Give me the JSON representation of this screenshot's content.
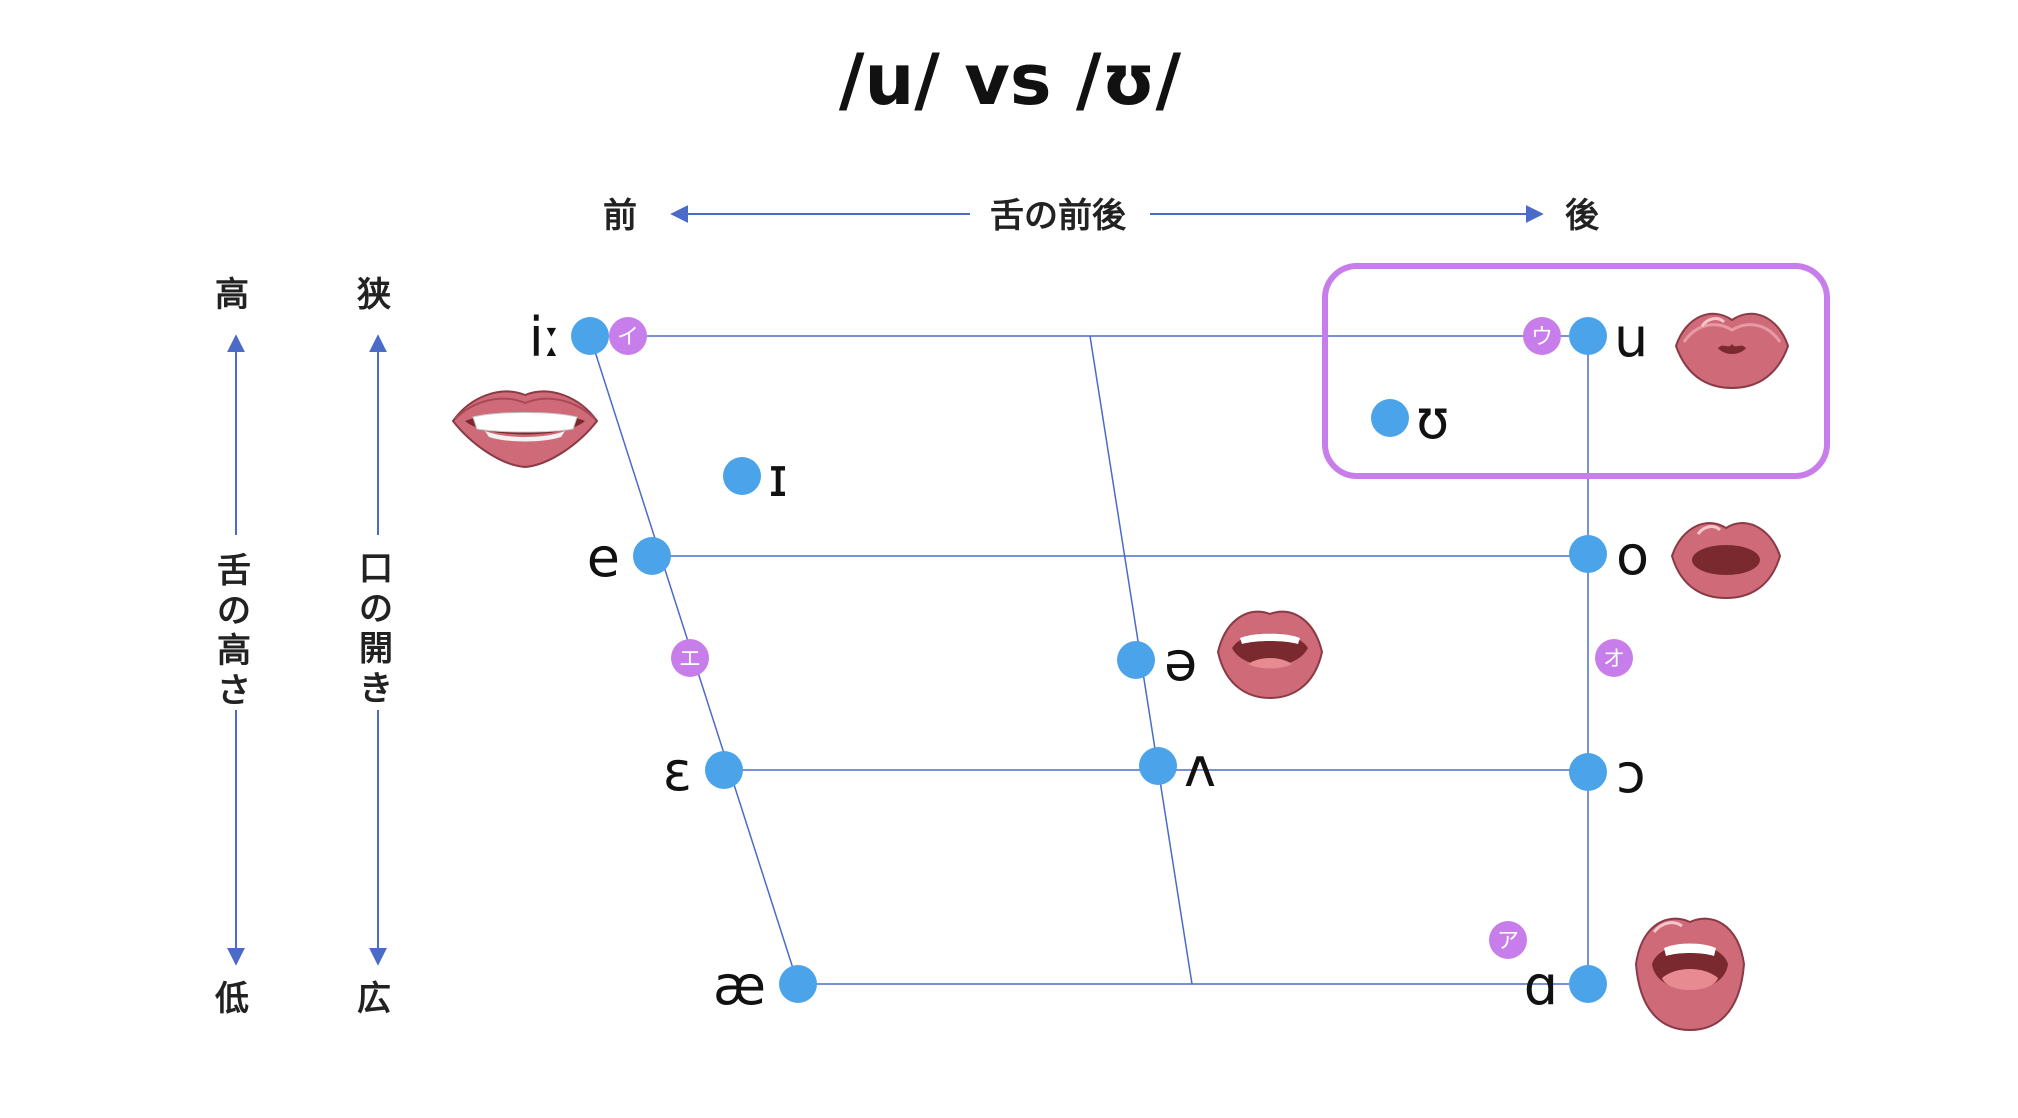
{
  "title": "/u/ vs /ʊ/",
  "horizontal_axis": {
    "label": "舌の前後",
    "front": "前",
    "back": "後"
  },
  "tongue_height_axis": {
    "high": "高",
    "low": "低",
    "label": "舌の高さ"
  },
  "mouth_opening_axis": {
    "narrow": "狭",
    "wide": "広",
    "label": "口の開き"
  },
  "vowels": [
    {
      "id": "i-long",
      "symbol": "iː"
    },
    {
      "id": "short-i",
      "symbol": "ɪ"
    },
    {
      "id": "e",
      "symbol": "e"
    },
    {
      "id": "epsilon",
      "symbol": "ɛ"
    },
    {
      "id": "ae",
      "symbol": "æ"
    },
    {
      "id": "schwa",
      "symbol": "ə"
    },
    {
      "id": "wedge",
      "symbol": "ʌ"
    },
    {
      "id": "u",
      "symbol": "u"
    },
    {
      "id": "horseshoe-u",
      "symbol": "ʊ"
    },
    {
      "id": "o",
      "symbol": "o"
    },
    {
      "id": "open-o",
      "symbol": "ɔ"
    },
    {
      "id": "script-a",
      "symbol": "ɑ"
    }
  ],
  "katakana_markers": [
    {
      "id": "i",
      "label": "イ"
    },
    {
      "id": "u",
      "label": "ウ"
    },
    {
      "id": "e",
      "label": "エ"
    },
    {
      "id": "o",
      "label": "オ"
    },
    {
      "id": "a",
      "label": "ア"
    }
  ],
  "mouth_icons": [
    "smile-teeth",
    "rounded-lips-u",
    "rounded-lips-o",
    "open-mouth-schwa",
    "wide-open-mouth-a"
  ],
  "colors": {
    "vowel_dot": "#4BA3EA",
    "katakana_marker": "#C77DEA",
    "highlight_box": "#C77DEA",
    "grid_line": "#4A6BC8",
    "arrow": "#4A6BC8",
    "lips": "#CF6B78",
    "lips_dark": "#A94858",
    "mouth_interior": "#7A2A2E",
    "tongue": "#E88A92"
  }
}
